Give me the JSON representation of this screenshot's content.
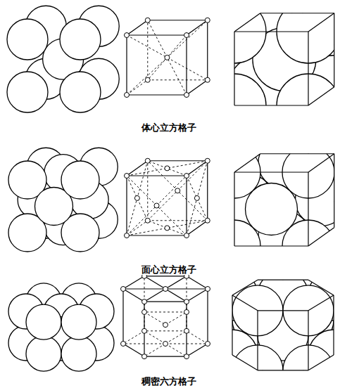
{
  "diagram": {
    "labels": [
      "体心立方格子",
      "面心立方格子",
      "稠密六方格子"
    ]
  }
}
